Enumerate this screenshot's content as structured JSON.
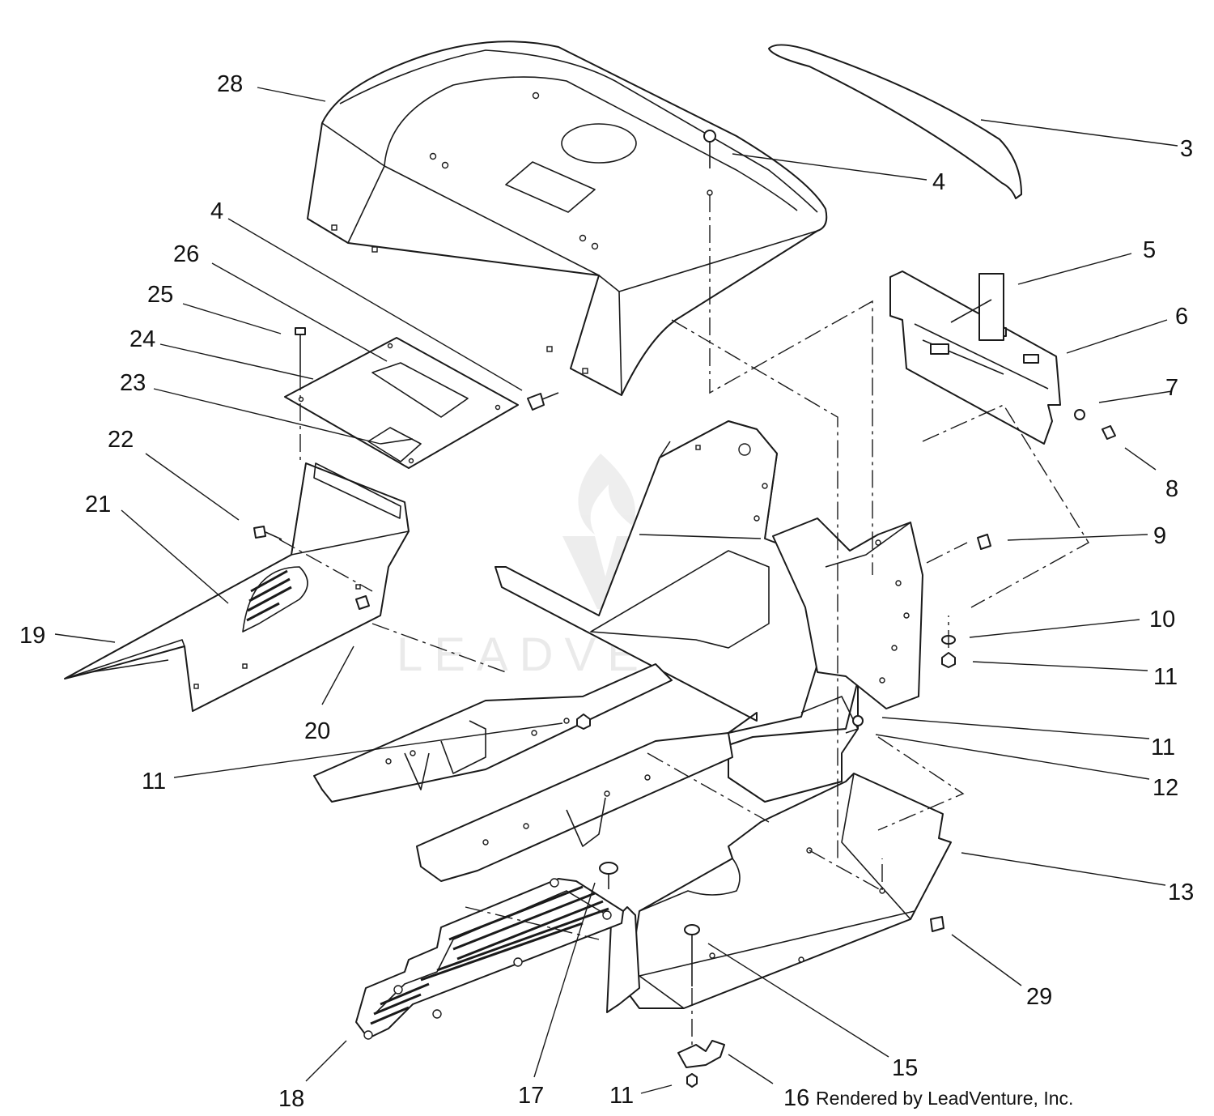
{
  "diagram": {
    "watermark": {
      "text": "LEADVENTURE",
      "color": "#d9d9d9"
    },
    "credit": "Rendered by LeadVenture, Inc.",
    "callouts": [
      {
        "id": "c28",
        "label": "28"
      },
      {
        "id": "c3",
        "label": "3"
      },
      {
        "id": "c4a",
        "label": "4"
      },
      {
        "id": "c4b",
        "label": "4"
      },
      {
        "id": "c26",
        "label": "26"
      },
      {
        "id": "c25",
        "label": "25"
      },
      {
        "id": "c24",
        "label": "24"
      },
      {
        "id": "c23",
        "label": "23"
      },
      {
        "id": "c22",
        "label": "22"
      },
      {
        "id": "c21",
        "label": "21"
      },
      {
        "id": "c19",
        "label": "19"
      },
      {
        "id": "c20",
        "label": "20"
      },
      {
        "id": "c5",
        "label": "5"
      },
      {
        "id": "c6",
        "label": "6"
      },
      {
        "id": "c7",
        "label": "7"
      },
      {
        "id": "c8",
        "label": "8"
      },
      {
        "id": "c9",
        "label": "9"
      },
      {
        "id": "c10",
        "label": "10"
      },
      {
        "id": "c11a",
        "label": "11"
      },
      {
        "id": "c11b",
        "label": "11"
      },
      {
        "id": "c11c",
        "label": "11"
      },
      {
        "id": "c12",
        "label": "12"
      },
      {
        "id": "c13",
        "label": "13"
      },
      {
        "id": "c29",
        "label": "29"
      },
      {
        "id": "c15",
        "label": "15"
      },
      {
        "id": "c16",
        "label": "16"
      },
      {
        "id": "c11d",
        "label": "11"
      },
      {
        "id": "c17",
        "label": "17"
      },
      {
        "id": "c18",
        "label": "18"
      }
    ]
  }
}
